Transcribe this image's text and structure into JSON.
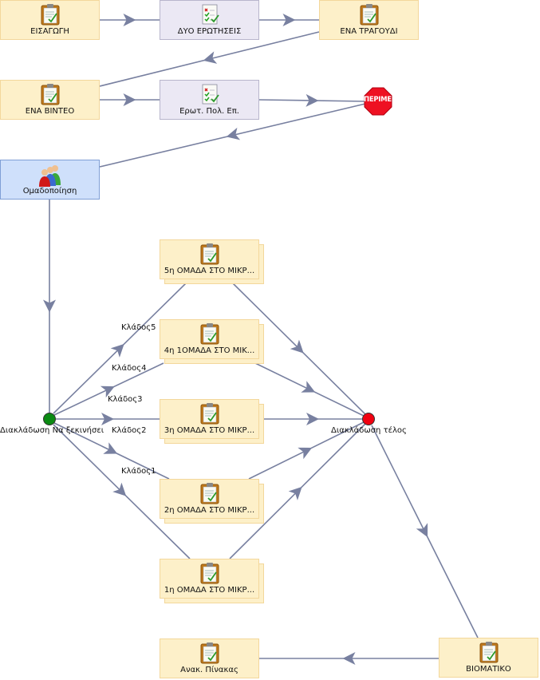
{
  "nodes": {
    "intro": "ΕΙΣΑΓΩΓΗ",
    "two_questions": "ΔΥΟ ΕΡΩΤΗΣΕΙΣ",
    "one_song": "ΕΝΑ ΤΡΑΓΟΥΔΙ",
    "one_video": "ΕΝΑ ΒΙΝΤΕΟ",
    "mc_questions": "Ερωτ. Πολ. Επ.",
    "stop": "ΠΕΡΙΜΕΝΕ",
    "grouping": "Ομαδοποίηση",
    "group5": "5η ΟΜΑΔΑ ΣΤΟ ΜΙΚΡ...",
    "group4": "4η 1ΟΜΑΔΑ ΣΤΟ ΜΙΚ...",
    "group3": "3η ΟΜΑΔΑ ΣΤΟ ΜΙΚΡ...",
    "group2": "2η ΟΜΑΔΑ ΣΤΟ ΜΙΚΡ...",
    "group1": "1η ΟΜΑΔΑ ΣΤΟ ΜΙΚΡ...",
    "branch_start": "Διακλάδωση Να ξεκινήσει",
    "branch_end": "Διακλάδωση τέλος",
    "biomatiko": "ΒΙΟΜΑΤΙΚΟ",
    "board": "Ανακ. Πίνακας"
  },
  "branches": {
    "b5": "Κλάδος5",
    "b4": "Κλάδος4",
    "b3": "Κλάδος3",
    "b2": "Κλάδος2",
    "b1": "Κλάδος1"
  },
  "colors": {
    "edge": "#7880a0",
    "activity_fill": "#fdf0c9",
    "question_fill": "#ebe8f4",
    "group_fill": "#cfe0fb",
    "start_gate": "#0a8a12",
    "end_gate": "#f00010",
    "stop": "#ee1122"
  }
}
